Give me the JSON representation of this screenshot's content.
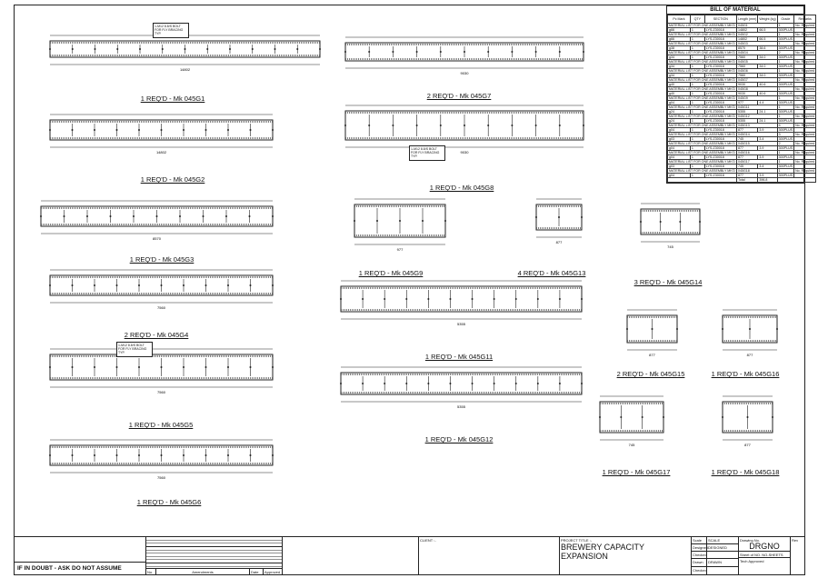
{
  "bom": {
    "title": "BILL OF MATERIAL",
    "columns": [
      "Pc Mark",
      "QTY",
      "SECTION",
      "Length (mm)",
      "Weight (kg)",
      "Grade",
      "Remarks"
    ],
    "group_label": "MATERIAL LIST FOR ONE ASSEMBLY MK'D",
    "required_label": "No. Required",
    "groups": [
      {
        "mark": "045G1",
        "req": "1",
        "pc": "g66",
        "qty": "1",
        "section": "LYS-Z30018",
        "length": "14802",
        "weight": "66.5",
        "grade": "300PLUS"
      },
      {
        "mark": "045G2",
        "req": "1",
        "pc": "g66",
        "qty": "1",
        "section": "LYS-Z30018",
        "length": "14802",
        "weight": "66.5",
        "grade": "300PLUS"
      },
      {
        "mark": "045G3",
        "req": "1",
        "pc": "g38",
        "qty": "1",
        "section": "LYS-Z30018",
        "length": "8570",
        "weight": "38.6",
        "grade": "300PLUS"
      },
      {
        "mark": "045G4",
        "req": "2",
        "pc": "g34",
        "qty": "1",
        "section": "LYS-Z30018",
        "length": "7560",
        "weight": "34.0",
        "grade": "300PLUS"
      },
      {
        "mark": "045G5",
        "req": "1",
        "pc": "g34",
        "qty": "1",
        "section": "LYS-Z30018",
        "length": "7560",
        "weight": "34.0",
        "grade": "300PLUS"
      },
      {
        "mark": "045G6",
        "req": "1",
        "pc": "g34",
        "qty": "1",
        "section": "LYS-Z30018",
        "length": "7560",
        "weight": "34.0",
        "grade": "300PLUS"
      },
      {
        "mark": "045G7",
        "req": "2",
        "pc": "g40",
        "qty": "1",
        "section": "LYS-Z30018",
        "length": "9030",
        "weight": "40.6",
        "grade": "300PLUS"
      },
      {
        "mark": "045G8",
        "req": "1",
        "pc": "g40",
        "qty": "1",
        "section": "LYS-Z30018",
        "length": "9030",
        "weight": "40.6",
        "grade": "300PLUS"
      },
      {
        "mark": "045G9",
        "req": "1",
        "pc": "g04",
        "qty": "1",
        "section": "LYS-Z30018",
        "length": "977",
        "weight": "4.4",
        "grade": "300PLUS"
      },
      {
        "mark": "045G11",
        "req": "1",
        "pc": "g24",
        "qty": "1",
        "section": "LYS-Z30018",
        "length": "5355",
        "weight": "24.1",
        "grade": "300PLUS"
      },
      {
        "mark": "045G12",
        "req": "1",
        "pc": "g24",
        "qty": "1",
        "section": "LYS-Z30018",
        "length": "5355",
        "weight": "24.1",
        "grade": "300PLUS"
      },
      {
        "mark": "045G13",
        "req": "4",
        "pc": "g04",
        "qty": "1",
        "section": "LYS-Z30018",
        "length": "877",
        "weight": "3.9",
        "grade": "300PLUS"
      },
      {
        "mark": "045G14",
        "req": "3",
        "pc": "g03",
        "qty": "1",
        "section": "LYS-Z30018",
        "length": "745",
        "weight": "3.4",
        "grade": "300PLUS"
      },
      {
        "mark": "045G15",
        "req": "2",
        "pc": "g04",
        "qty": "1",
        "section": "LYS-Z30018",
        "length": "877",
        "weight": "3.9",
        "grade": "300PLUS"
      },
      {
        "mark": "045G16",
        "req": "1",
        "pc": "g04",
        "qty": "1",
        "section": "LYS-Z30018",
        "length": "877",
        "weight": "3.9",
        "grade": "300PLUS"
      },
      {
        "mark": "045G17",
        "req": "1",
        "pc": "g03",
        "qty": "1",
        "section": "LYS-Z30018",
        "length": "745",
        "weight": "3.4",
        "grade": "300PLUS"
      },
      {
        "mark": "045G18",
        "req": "1",
        "pc": "g04",
        "qty": "1",
        "section": "LYS-Z30018",
        "length": "877",
        "weight": "3.9",
        "grade": "300PLUS"
      }
    ],
    "total_label": "Total",
    "total_value": "396.8"
  },
  "drawings": [
    {
      "label": "1 REQ'D - Mk 045G1",
      "total": "14802",
      "note": "1-M12 8.8/S BOLT FOR FLY BRACING TYP."
    },
    {
      "label": "1 REQ'D - Mk 045G2",
      "total": "14802",
      "note": ""
    },
    {
      "label": "1 REQ'D - Mk 045G3",
      "total": "8570",
      "note": ""
    },
    {
      "label": "2 REQ'D - Mk 045G4",
      "total": "7560",
      "note": ""
    },
    {
      "label": "1 REQ'D - Mk 045G5",
      "total": "7560",
      "note": "1-M12 8.8/S BOLT FOR FLY BRACING TYP."
    },
    {
      "label": "1 REQ'D - Mk 045G6",
      "total": "7560",
      "note": ""
    },
    {
      "label": "2 REQ'D - Mk 045G7",
      "total": "9030",
      "note": ""
    },
    {
      "label": "1 REQ'D - Mk 045G8",
      "total": "9030",
      "note": "1-M12 8.8/S BOLT FOR FLY BRACING TYP."
    },
    {
      "label": "1 REQ'D - Mk 045G9",
      "total": "977",
      "note": ""
    },
    {
      "label": "4 REQ'D - Mk 045G13",
      "total": "877",
      "note": ""
    },
    {
      "label": "3 REQ'D - Mk 045G14",
      "total": "745",
      "note": ""
    },
    {
      "label": "1 REQ'D - Mk 045G11",
      "total": "5355",
      "note": ""
    },
    {
      "label": "1 REQ'D - Mk 045G12",
      "total": "5355",
      "note": ""
    },
    {
      "label": "2 REQ'D - Mk 045G15",
      "total": "877",
      "note": ""
    },
    {
      "label": "1 REQ'D - Mk 045G16",
      "total": "877",
      "note": ""
    },
    {
      "label": "1 REQ'D - Mk 045G17",
      "total": "745",
      "note": ""
    },
    {
      "label": "1 REQ'D - Mk 045G18",
      "total": "877",
      "note": ""
    }
  ],
  "title_block": {
    "warning": "IF IN DOUBT - ASK DO NOT ASSUME",
    "amend_cols": [
      "No.",
      "Amendments",
      "Date",
      "Approved"
    ],
    "client_label": "CLIENT :-",
    "project_label": "PROJECT TITLE :-",
    "project_title": "BREWERY CAPACITY EXPANSION",
    "scale_label": "Scale",
    "scale": "SCALE",
    "designed_label": "Designed",
    "designed": "DESIGNED",
    "checked_label": "Checked",
    "drawn_label": "Drawn",
    "drawn": "DRAWN",
    "checked2_label": "Checked",
    "drg_label": "Drawing No.",
    "drg": "DRGNO",
    "sheet_label": "Sheet of NO.",
    "sheets": "NO-SHEETS",
    "tech_label": "Tech Approved",
    "rev_label": "Rev"
  }
}
